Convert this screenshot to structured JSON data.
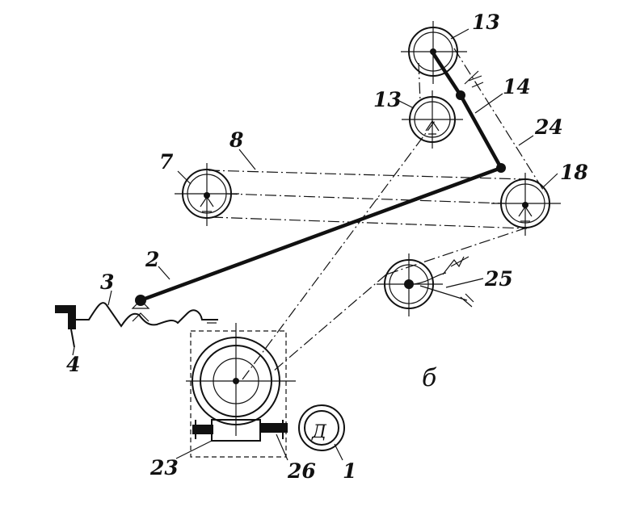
{
  "diagram": {
    "panel_letter": "б",
    "motor_symbol": "Д",
    "labels": {
      "l1": "1",
      "l2": "2",
      "l3": "3",
      "l4": "4",
      "l7": "7",
      "l8": "8",
      "l13a": "13",
      "l13b": "13",
      "l14": "14",
      "l18": "18",
      "l23": "23",
      "l24": "24",
      "l25": "25",
      "l26": "26"
    }
  }
}
